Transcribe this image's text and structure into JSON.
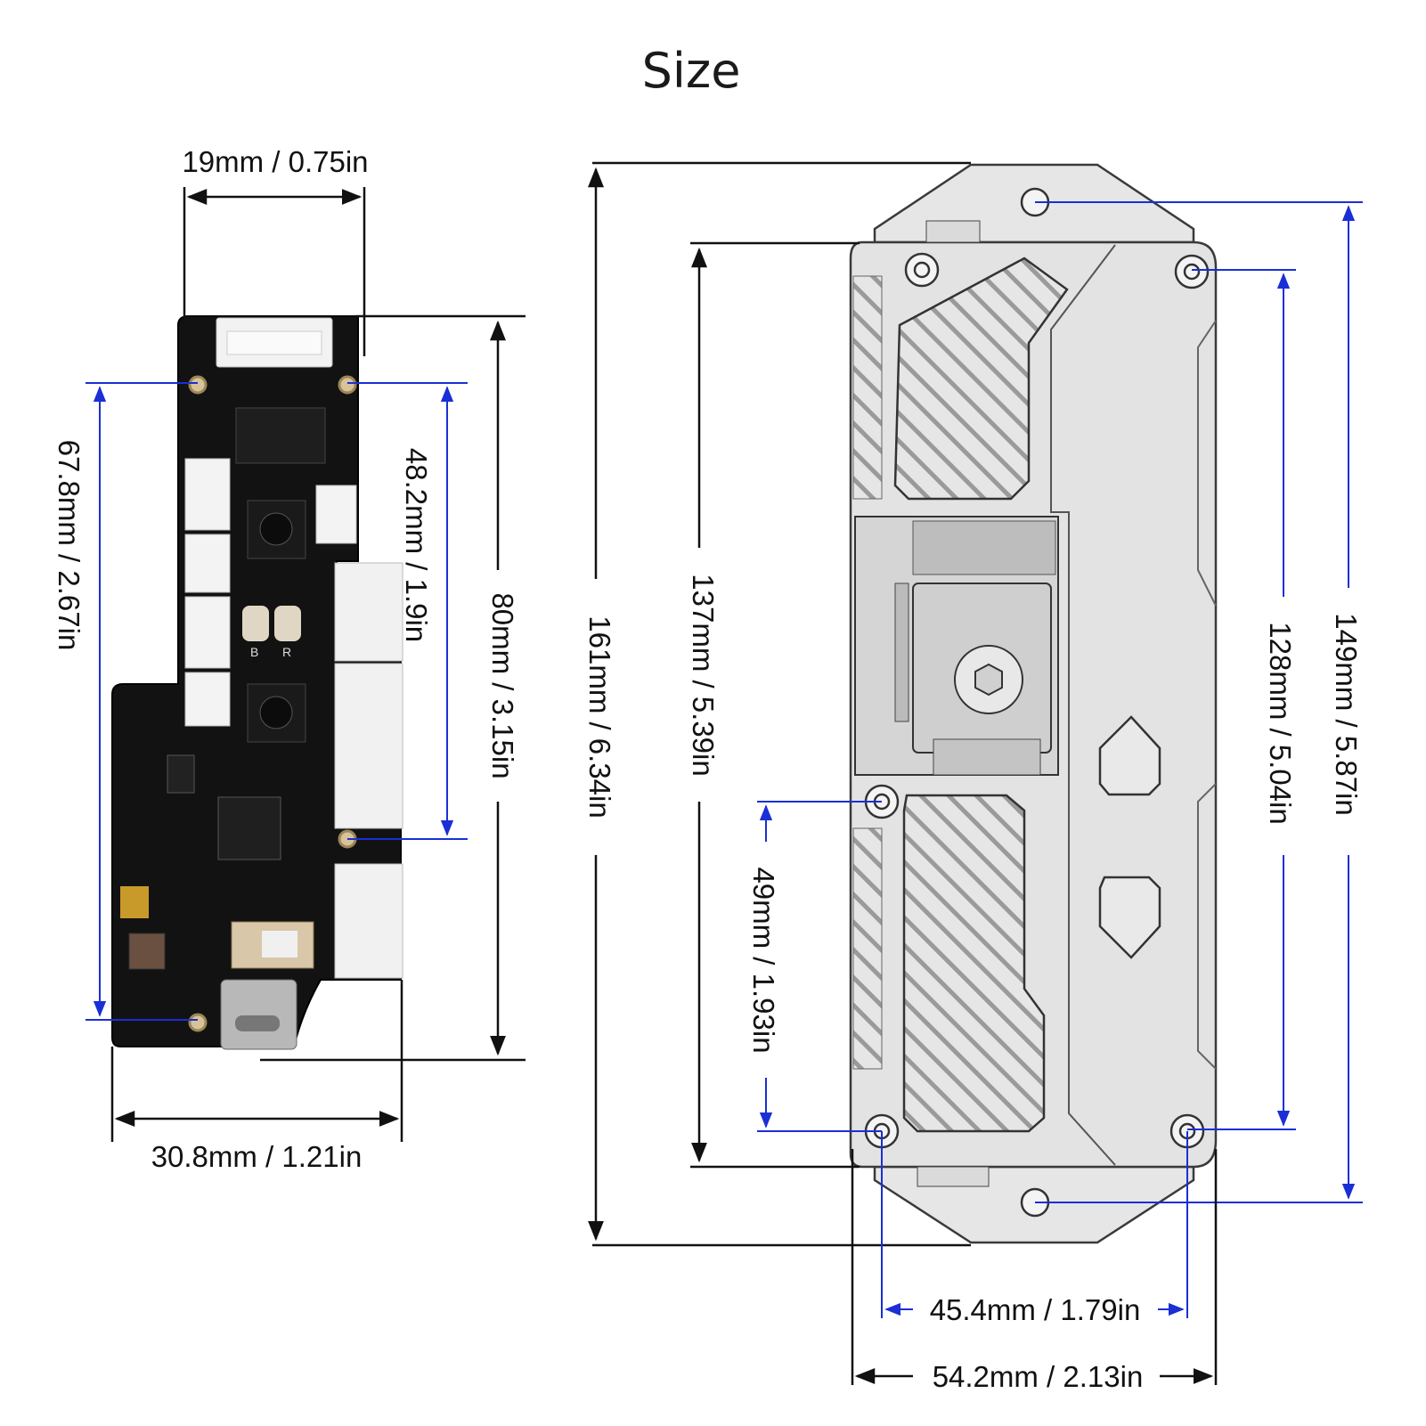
{
  "title": "Size",
  "pcb_board": {
    "dims": {
      "top_width": "19mm / 0.75in",
      "hole_span_long": "67.8mm / 2.67in",
      "hole_span_short": "48.2mm / 1.9in",
      "total_height": "80mm / 3.15in",
      "bottom_width": "30.8mm / 1.21in"
    },
    "silkscreen": {
      "button_b": "B",
      "button_r": "R"
    }
  },
  "controller_case": {
    "dims": {
      "overall_height": "161mm / 6.34in",
      "body_height": "137mm / 5.39in",
      "lower_hole_span": "49mm / 1.93in",
      "inner_hole_span": "128mm / 5.04in",
      "outer_hole_span": "149mm / 5.87in",
      "hole_width": "45.4mm / 1.79in",
      "total_width": "54.2mm / 2.13in"
    }
  },
  "colors": {
    "dimension_black": "#111111",
    "dimension_blue": "#1a2fd6",
    "pcb": "#121212",
    "case_fill": "#e3e3e3",
    "case_stroke": "#3a3a3a"
  }
}
